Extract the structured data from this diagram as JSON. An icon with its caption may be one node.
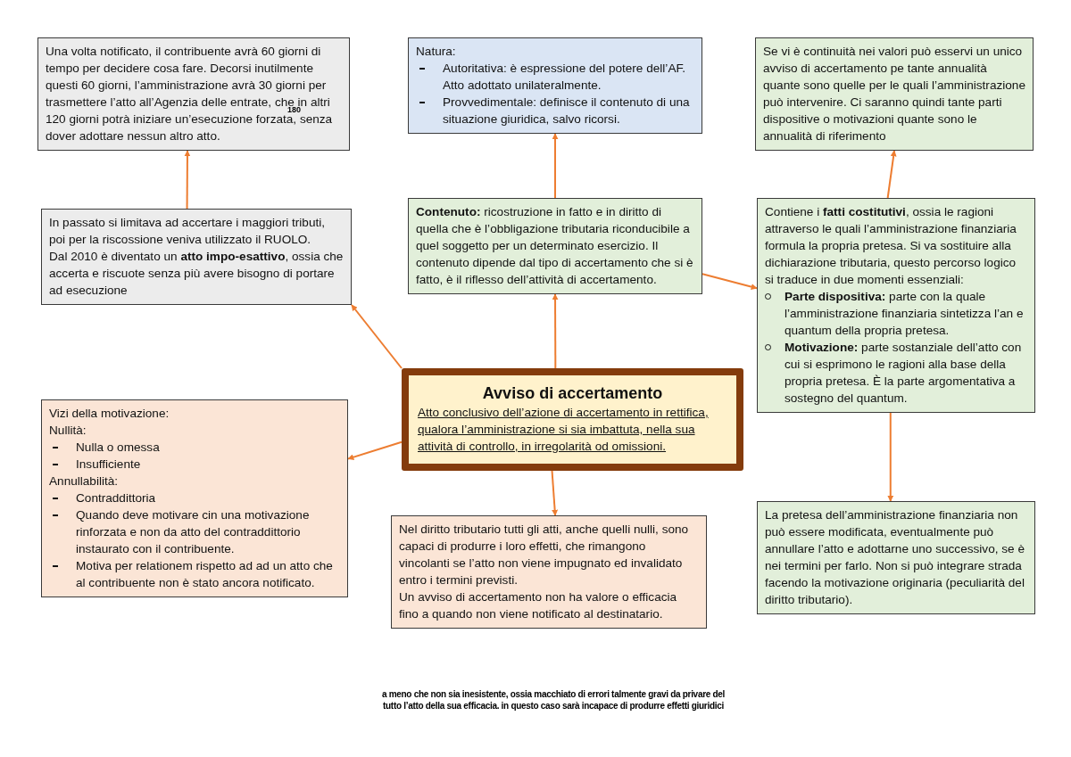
{
  "diagram": {
    "nodes": [
      {
        "text": [
          "Una volta notificato, il contribuente avrà 60 giorni di tempo per decidere cosa fare. Decorsi inutilmente questi 60 giorni, l’amministrazione avrà 30 giorni per trasmettere l’atto all’Agenzia delle entrate, che in altri 120 giorni potrà iniziare un’esecuzione forzata, senza dover adottare nessun altro atto."
        ]
      },
      {
        "text": [
          "Natura:",
          "Autoritativa: è espressione del potere dell’AF. Atto adottato unilateralmente.",
          "Provvedimentale: definisce il contenuto di una situazione giuridica, salvo ricorsi."
        ]
      },
      {
        "text": [
          "Se vi è continuità nei valori può esservi un unico avviso di accertamento pe tante annualità quante sono quelle per le quali l’amministrazione può intervenire. Ci saranno quindi tante parti dispositive o motivazioni quante sono le annualità di riferimento"
        ]
      },
      {
        "text": [
          "In passato si limitava ad accertare i maggiori tributi, poi per la riscossione veniva utilizzato il RUOLO.",
          "Dal 2010 è diventato un **atto impo-esattivo**, ossia che accerta e riscuote senza più avere bisogno di portare ad esecuzione"
        ]
      },
      {
        "text": [
          "**Contenuto:** ricostruzione in fatto e in diritto di quella che è l’obbligazione tributaria riconducibile a quel soggetto per un determinato esercizio. Il contenuto dipende dal tipo di accertamento che si è fatto, è il riflesso dell’attività di accertamento."
        ]
      },
      {
        "text": [
          "Contiene i **fatti costitutivi**, ossia le ragioni attraverso le quali l’amministrazione finanziaria formula la propria pretesa. Si va sostituire alla dichiarazione tributaria, questo percorso logico si traduce in due momenti essenziali:",
          "**Parte dispositiva:** parte con la quale l’amministrazione finanziaria sintetizza l’an e quantum della propria pretesa.",
          "**Motivazione:** parte sostanziale dell’atto con cui si esprimono le ragioni alla base della propria pretesa. È la parte argomentativa a sostegno del quantum."
        ]
      },
      {
        "text": [
          "Avviso di accertamento",
          "Atto conclusivo dell’azione di accertamento in rettifica, qualora l’amministrazione si sia imbattuta, nella sua attività di controllo, in irregolarità od omissioni."
        ]
      },
      {
        "text": [
          "Vizi della motivazione:",
          "Nullità:",
          "Nulla o omessa",
          "Insufficiente",
          "Annullabilità:",
          "Contraddittoria",
          "Quando deve motivare cin una motivazione rinforzata e non da atto del contraddittorio instaurato con il contribuente.",
          "Motiva per relationem rispetto ad ad un atto che al contribuente non è stato ancora notificato."
        ]
      },
      {
        "text": [
          "Nel diritto tributario tutti gli atti, anche quelli nulli, sono capaci di produrre i loro effetti, che rimangono vincolanti se l’atto non viene impugnato ed invalidato entro i termini previsti.",
          "Un avviso di accertamento non ha valore o efficacia fino a quando non viene notificato al destinatario."
        ]
      },
      {
        "text": [
          "La pretesa dell’amministrazione finanziaria non può essere modificata, eventualmente può annullare l’atto e adottarne uno successivo, se è nei termini per farlo. Non si può integrare strada facendo la motivazione originaria (peculiarità del diritto tributario)."
        ]
      }
    ],
    "edges": [
      {
        "from": 6,
        "to": 4,
        "arrow": "to"
      },
      {
        "from": 4,
        "to": 1,
        "arrow": "to"
      },
      {
        "from": 6,
        "to": 3,
        "arrow": "to"
      },
      {
        "from": 3,
        "to": 0,
        "arrow": "to"
      },
      {
        "from": 6,
        "to": 7,
        "arrow": "to"
      },
      {
        "from": 6,
        "to": 8,
        "arrow": "to"
      },
      {
        "from": 4,
        "to": 5,
        "arrow": "to"
      },
      {
        "from": 5,
        "to": 2,
        "arrow": "to"
      },
      {
        "from": 5,
        "to": 9,
        "arrow": "to"
      }
    ],
    "labels": [
      "180",
      "a meno che non sia inesistente, ossia macchiato di errori talmente gravi da privare del tutto l’atto della sua efficacia. in questo caso sarà incapace di produrre effetti giuridici"
    ]
  }
}
